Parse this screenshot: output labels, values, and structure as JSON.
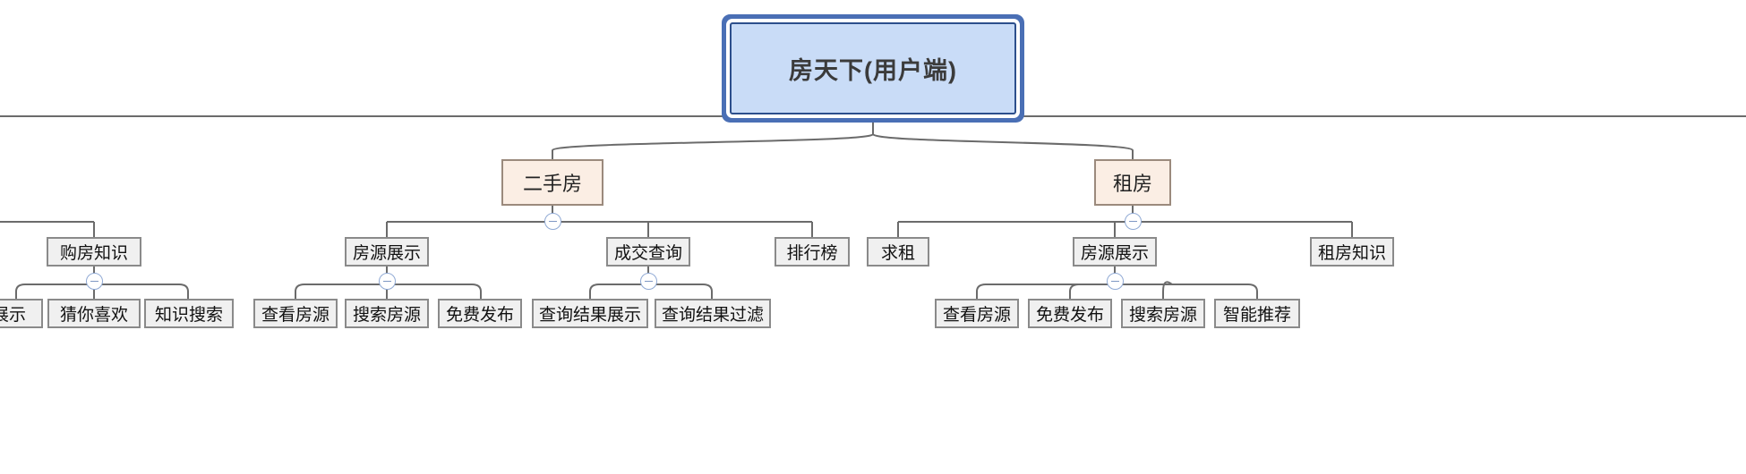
{
  "diagram": {
    "type": "mindmap-tree",
    "title": "房天下(用户端)",
    "orientation": "top-down",
    "colors": {
      "root_fill": "#c9dcf7",
      "root_border": "#4a6fb5",
      "level2_fill": "#fbeee4",
      "level2_border": "#9b8a7d",
      "node_fill": "#f0f0f0",
      "node_border": "#8a8a8a",
      "connector": "#6b6b6b",
      "toggle_border": "#8fa9d4"
    },
    "toggle_symbol": "minus-circle"
  },
  "root": {
    "label": "房天下(用户端)"
  },
  "branches": [
    {
      "label": "二手房",
      "collapsible": true,
      "children": [
        {
          "label": "房源展示",
          "collapsible": true,
          "children": [
            {
              "label": "查看房源"
            },
            {
              "label": "搜索房源"
            },
            {
              "label": "免费发布"
            }
          ]
        },
        {
          "label": "成交查询",
          "collapsible": true,
          "children": [
            {
              "label": "查询结果展示"
            },
            {
              "label": "查询结果过滤"
            }
          ]
        },
        {
          "label": "排行榜",
          "collapsible": false,
          "children": []
        }
      ]
    },
    {
      "label": "租房",
      "collapsible": true,
      "children": [
        {
          "label": "求租",
          "collapsible": false,
          "children": []
        },
        {
          "label": "房源展示",
          "collapsible": true,
          "children": [
            {
              "label": "查看房源"
            },
            {
              "label": "免费发布"
            },
            {
              "label": "搜索房源"
            },
            {
              "label": "智能推荐"
            }
          ]
        },
        {
          "label": "租房知识",
          "collapsible": false,
          "children": []
        }
      ]
    }
  ],
  "offscreen_left_branch": {
    "note_label": "购房知识",
    "collapsible": true,
    "children": [
      {
        "label": "展示"
      },
      {
        "label": "猜你喜欢"
      },
      {
        "label": "知识搜索"
      }
    ]
  }
}
